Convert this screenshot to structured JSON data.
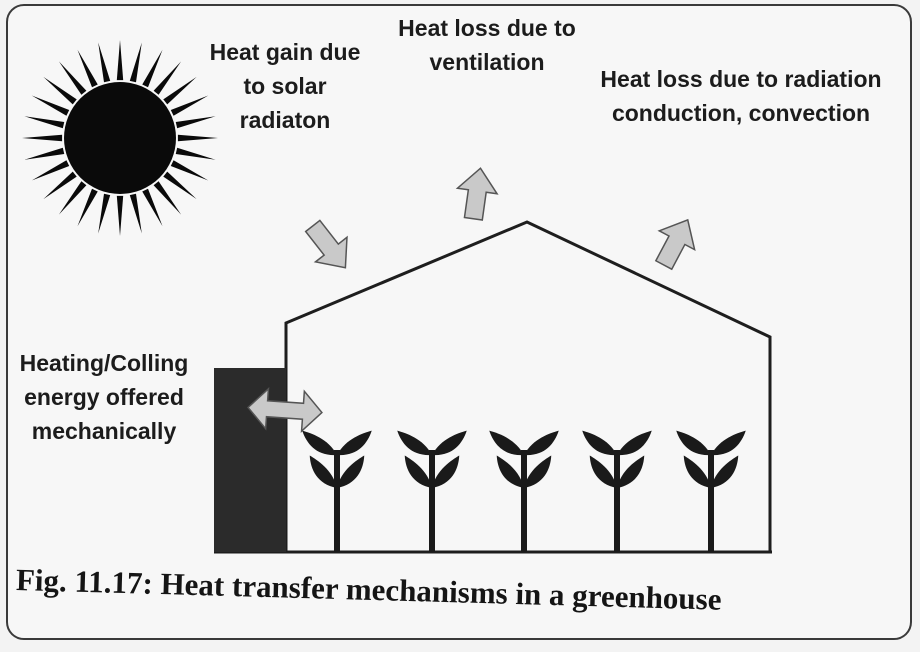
{
  "labels": {
    "solar": [
      "Heat gain due",
      "to solar",
      "radiaton"
    ],
    "ventilation": [
      "Heat loss due to",
      "ventilation"
    ],
    "radiation": [
      "Heat loss due to radiation",
      "conduction, convection"
    ],
    "mechanical": [
      "Heating/Colling",
      "energy offered",
      "mechanically"
    ]
  },
  "caption": "Fig. 11.17: Heat transfer mechanisms in a greenhouse",
  "colors": {
    "ink": "#1c1c1c",
    "arrow_fill": "#c9c9c9",
    "heater": "#2b2b2b",
    "background": "#f7f7f7"
  }
}
